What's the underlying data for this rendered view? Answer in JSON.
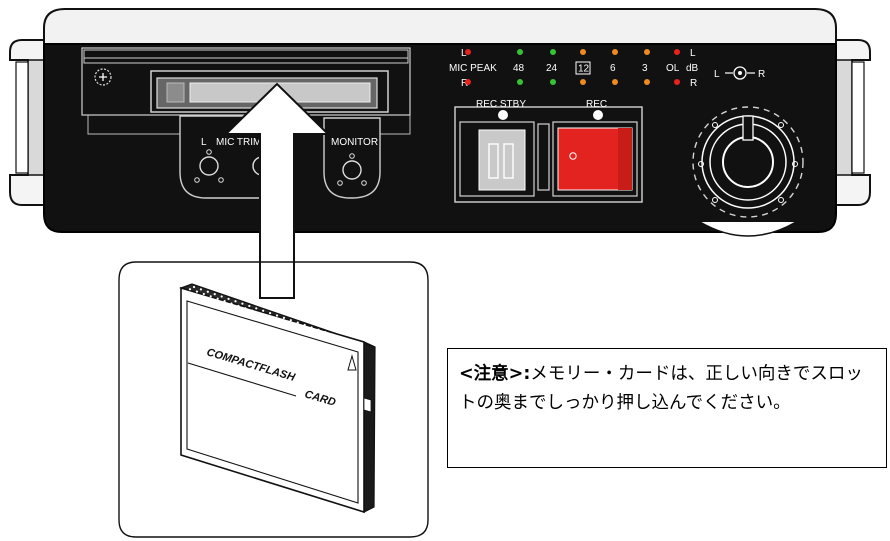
{
  "device": {
    "meter": {
      "channel_top": "L",
      "channel_bottom": "R",
      "channel_top_right": "L",
      "channel_bottom_right": "R",
      "mic_peak": "MIC PEAK",
      "scale": [
        "48",
        "24",
        "12",
        "6",
        "3",
        "OL"
      ],
      "unit": "dB",
      "led_colors_top": [
        "#e8221d",
        "#38c236",
        "#38c236",
        "#ef8a23",
        "#ef8a23",
        "#ef8a23",
        "#e8221d"
      ],
      "led_colors_bottom": [
        "#e8221d",
        "#38c236",
        "#38c236",
        "#ef8a23",
        "#ef8a23",
        "#ef8a23",
        "#e8221d"
      ]
    },
    "pan_left": "L",
    "pan_right": "R",
    "mic_trim_left": "L",
    "mic_trim": "MIC TRIM",
    "monitor": "MONITOR",
    "rec_stby": "REC STBY",
    "rec": "REC",
    "colors": {
      "body": "#111111",
      "rec_button": "#e2231f",
      "stby_button": "#c9c9c9"
    }
  },
  "card": {
    "brand": "COMPACTFLASH",
    "type": "CARD"
  },
  "note": {
    "heading": "<注意>:",
    "text": "メモリー・カードは、正しい向きでスロットの奥までしっかり押し込んでください。"
  }
}
